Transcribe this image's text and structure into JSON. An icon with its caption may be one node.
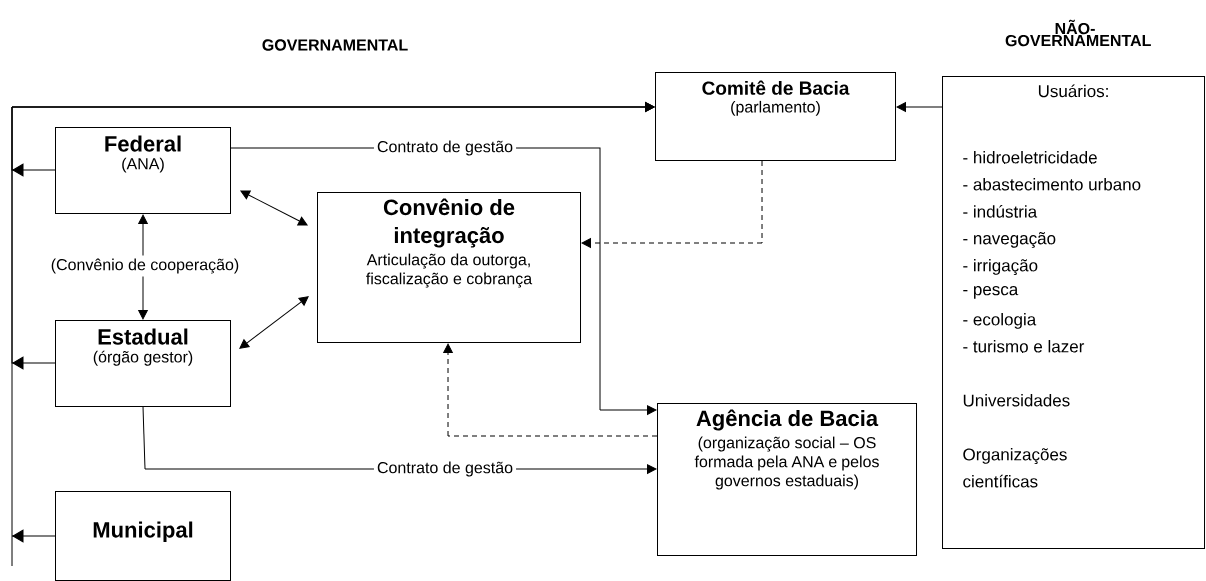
{
  "diagram": {
    "nodes": [
      {
        "text": [
          "Federal",
          "(ANA)"
        ]
      },
      {
        "text": [
          "Convênio de integração",
          "Articulação da outorga, fiscalização e cobrança"
        ]
      },
      {
        "text": [
          "Estadual",
          "(órgão gestor)"
        ]
      },
      {
        "text": [
          "Municipal"
        ]
      },
      {
        "text": [
          "Comitê de Bacia",
          "(parlamento)"
        ]
      },
      {
        "text": [
          "Agência de Bacia",
          "(organização social – OS formada pela ANA e pelos governos estaduais)"
        ]
      },
      {
        "text": [
          "Usuários:",
          "- hidroeletricidade",
          "- abastecimento urbano",
          "- indústria",
          "- navegação",
          "- irrigação",
          "- pesca",
          "- ecologia",
          "- turismo e lazer",
          "Universidades",
          "Organizações científicas"
        ]
      }
    ],
    "edges": [
      {
        "from": 0,
        "to": 4,
        "arrow": "to"
      },
      {
        "from": 2,
        "to": 4,
        "arrow": "to"
      },
      {
        "from": 3,
        "to": 4,
        "arrow": "to"
      },
      {
        "from": 6,
        "to": 4,
        "arrow": "to"
      },
      {
        "from": 0,
        "to": 2,
        "arrow": "both",
        "label": "(Convênio de cooperação)"
      },
      {
        "from": 0,
        "to": 1,
        "arrow": "both"
      },
      {
        "from": 2,
        "to": 1,
        "arrow": "both"
      },
      {
        "from": 0,
        "to": 5,
        "arrow": "to",
        "label": "Contrato de gestão"
      },
      {
        "from": 2,
        "to": 5,
        "arrow": "to",
        "label": "Contrato de gestão"
      },
      {
        "from": 4,
        "to": 1,
        "arrow": "to",
        "style": "dashed"
      },
      {
        "from": 5,
        "to": 1,
        "arrow": "to",
        "style": "dashed"
      }
    ],
    "labels": [
      "GOVERNAMENTAL",
      "NÃO-GOVERNAMENTAL"
    ]
  }
}
